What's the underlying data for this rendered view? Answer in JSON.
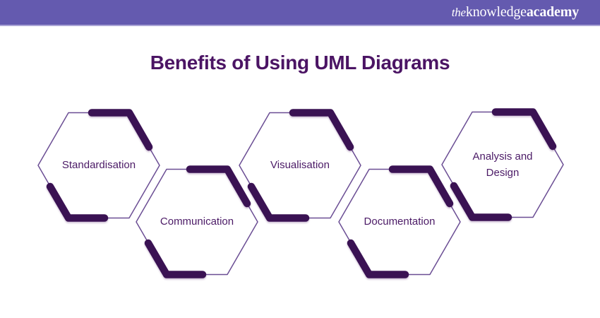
{
  "header": {
    "logo": {
      "the": "the",
      "knowledge": "knowledge",
      "academy": "academy"
    }
  },
  "title": "Benefits of Using UML Diagrams",
  "hexagons": [
    {
      "label": "Standardisation"
    },
    {
      "label": "Communication"
    },
    {
      "label": "Visualisation"
    },
    {
      "label": "Documentation"
    },
    {
      "label": "Analysis and Design"
    }
  ],
  "colors": {
    "header_bar": "#645AAF",
    "header_edge": "#ABA5D6",
    "title": "#4B1464",
    "hex_outline": "#6B4E94",
    "hex_accent": "#3A1253",
    "hex_label": "#4B1A66",
    "background": "#FFFFFF"
  }
}
